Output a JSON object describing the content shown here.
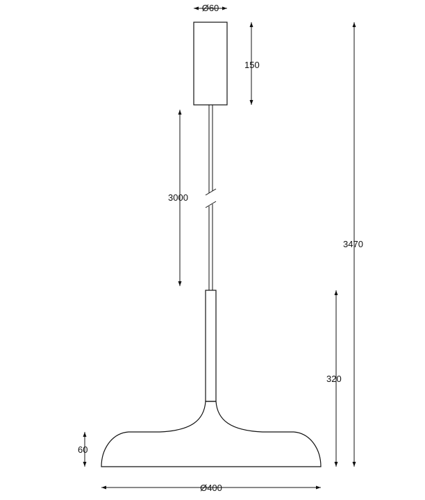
{
  "dimensions": {
    "canopy_diameter": "Ø60",
    "canopy_height": "150",
    "cable_length": "3000",
    "total_height": "3470",
    "lamp_height": "320",
    "shade_height": "60",
    "shade_diameter": "Ø400"
  }
}
